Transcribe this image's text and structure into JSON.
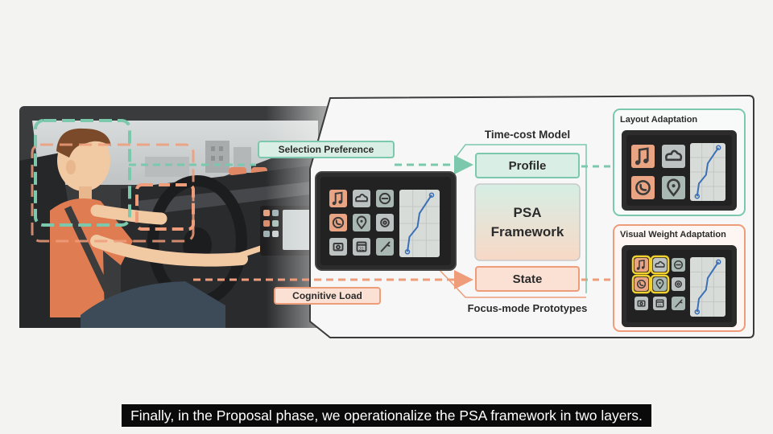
{
  "diagram": {
    "labels": {
      "selection_preference": "Selection Preference",
      "cognitive_load": "Cognitive Load",
      "time_cost_model": "Time-cost Model",
      "profile": "Profile",
      "psa_framework": "PSA Framework",
      "state": "State",
      "focus_mode_prototypes": "Focus-mode Prototypes",
      "layout_adaptation": "Layout Adaptation",
      "visual_weight_adaptation": "Visual Weight Adaptation",
      "calendar_day": "31"
    },
    "colors": {
      "green_accent": "#7cc8ac",
      "green_fill": "#d9efe6",
      "orange_accent": "#ee9c7a",
      "orange_fill": "#fbe1d3",
      "highlight_yellow": "#f2d02e",
      "device_dark": "#2c2c2c"
    },
    "icons": [
      "music-icon",
      "cloud-icon",
      "radio-icon",
      "phone-icon",
      "location-pin-icon",
      "settings-icon",
      "camera-icon",
      "calendar-icon",
      "carrot-icon",
      "map-route-icon"
    ]
  },
  "subtitle": {
    "text": "Finally, in the Proposal phase, we operationalize the PSA framework in two layers."
  }
}
